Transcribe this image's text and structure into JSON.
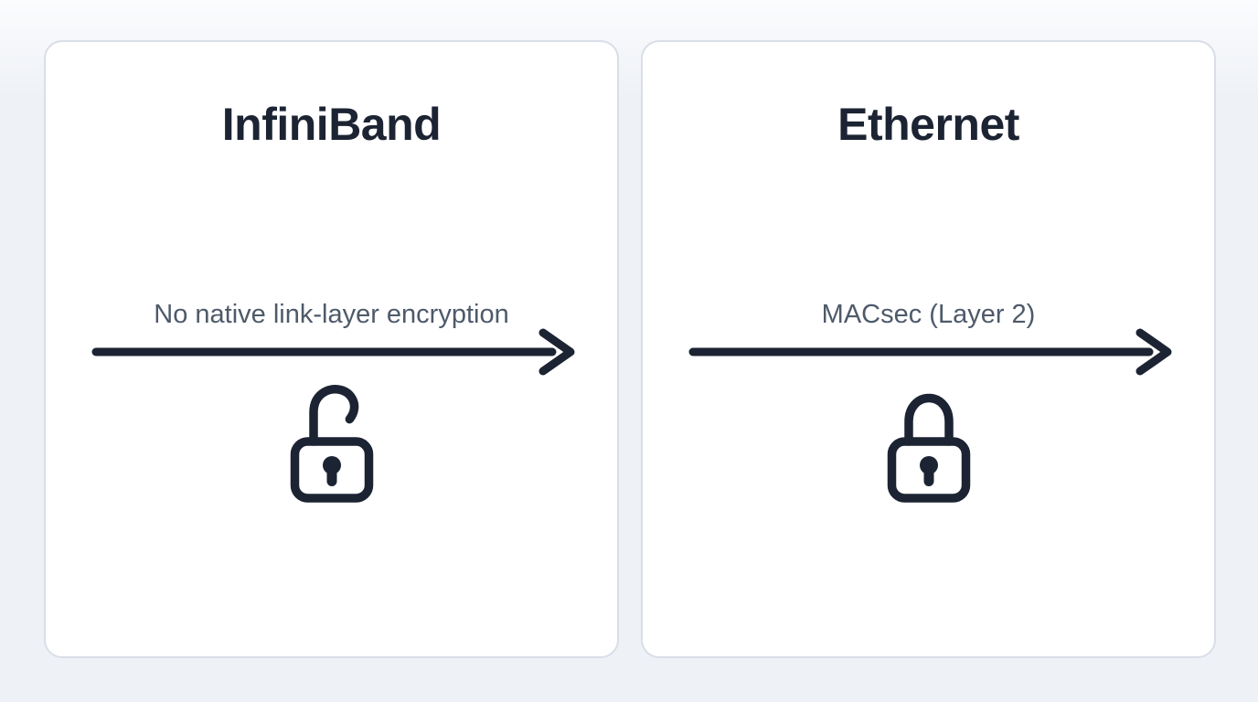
{
  "colors": {
    "ink": "#1c2433",
    "muted": "#4e5a6a",
    "card_bg": "#ffffff",
    "card_border": "#d9dee7",
    "background_top": "#fbfcfe",
    "background_bottom": "#eef1f6"
  },
  "cards": [
    {
      "title": "InfiniBand",
      "arrow_label": "No native link-layer encryption",
      "lock_state": "unlocked"
    },
    {
      "title": "Ethernet",
      "arrow_label": "MACsec (Layer 2)",
      "lock_state": "locked"
    }
  ]
}
